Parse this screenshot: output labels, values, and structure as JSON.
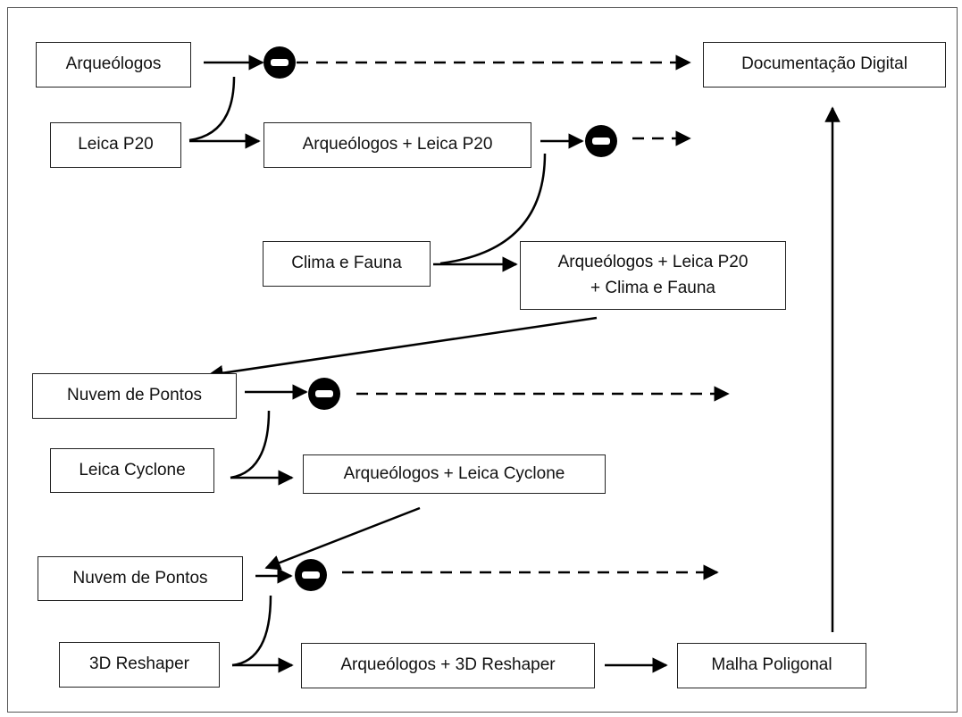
{
  "nodes": {
    "arqueologos": "Arqueólogos",
    "documentacao_digital": "Documentação Digital",
    "leica_p20": "Leica P20",
    "arq_leica_p20": "Arqueólogos + Leica P20",
    "clima_fauna": "Clima e Fauna",
    "arq_leica_p20_clima_line1": "Arqueólogos + Leica P20",
    "arq_leica_p20_clima_line2": "+ Clima e Fauna",
    "nuvem_pontos_1": "Nuvem de Pontos",
    "leica_cyclone": "Leica Cyclone",
    "arq_leica_cyclone": "Arqueólogos + Leica Cyclone",
    "nuvem_pontos_2": "Nuvem de Pontos",
    "reshaper_3d": "3D Reshaper",
    "arq_3d_reshaper": "Arqueólogos + 3D Reshaper",
    "malha_poligonal": "Malha Poligonal"
  },
  "icons": {
    "stop": "no-entry-icon"
  },
  "colors": {
    "line": "#000000",
    "box_border": "#222222",
    "text": "#111111"
  }
}
